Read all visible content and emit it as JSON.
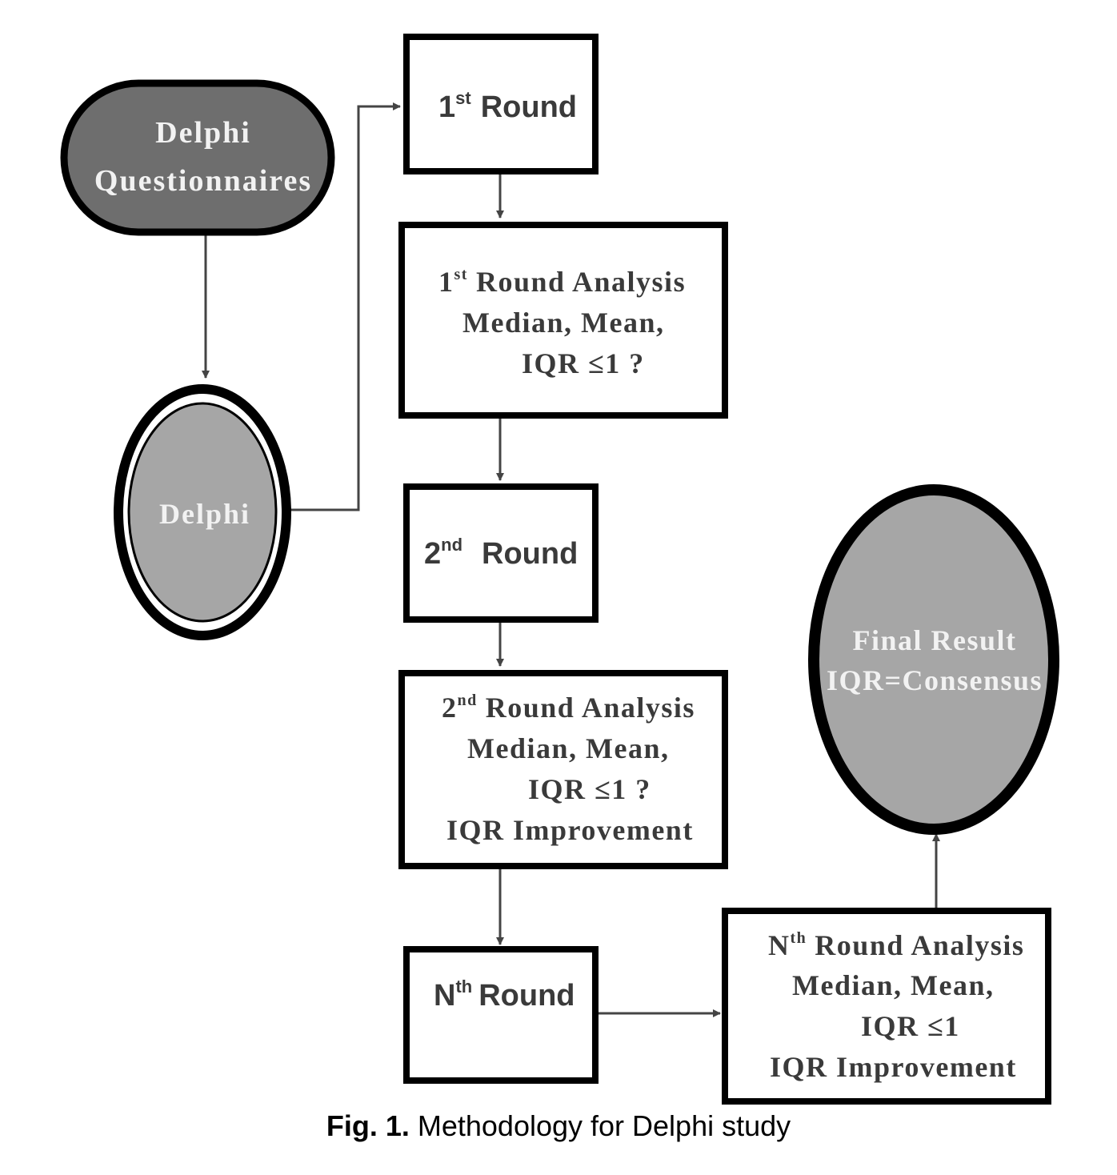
{
  "nodes": {
    "questionnaires": {
      "line1": "Delphi",
      "line2": "Questionnaires"
    },
    "delphi": {
      "label": "Delphi"
    },
    "round1": {
      "prefix": "1",
      "sup": "st",
      "label": "Round"
    },
    "round1_analysis": {
      "prefix": "1",
      "sup": "st",
      "title": "Round Analysis",
      "line2": "Median, Mean,",
      "line3": "IQR ≤1 ?"
    },
    "round2": {
      "prefix": "2",
      "sup": "nd",
      "label": "Round"
    },
    "round2_analysis": {
      "prefix": "2",
      "sup": "nd",
      "title": "Round Analysis",
      "line2": "Median, Mean,",
      "line3": "IQR ≤1 ?",
      "line4": "IQR Improvement"
    },
    "roundn": {
      "prefix": "N",
      "sup": "th",
      "label": "Round"
    },
    "roundn_analysis": {
      "prefix": "N",
      "sup": "th",
      "title": "Round Analysis",
      "line2": "Median, Mean,",
      "line3": "IQR ≤1",
      "line4": "IQR Improvement"
    },
    "final": {
      "line1": "Final Result",
      "line2": "IQR=Consensus"
    }
  },
  "caption": {
    "label": "Fig. 1.",
    "text": "Methodology for Delphi study"
  },
  "colors": {
    "dark_fill": "#6e6e6e",
    "light_fill": "#a6a6a6",
    "border": "#000000",
    "arrow": "#444444"
  }
}
